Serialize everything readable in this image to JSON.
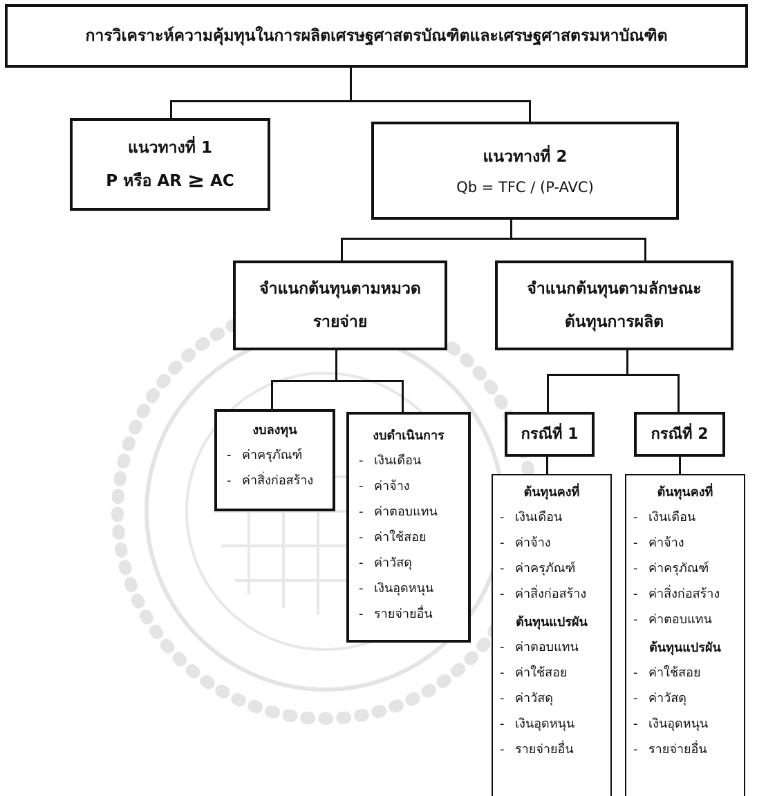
{
  "title": "การวิเคราะห์ความคุ้มทุนในการผลิตเศรษฐศาสตรบัณฑิตและเศรษฐศาสตรมหาบัณฑิต",
  "approach1": {
    "heading": "แนวทางที่ 1",
    "formula_left": "P หรือ AR",
    "formula_op": "≥",
    "formula_right": "AC"
  },
  "approach2": {
    "heading": "แนวทางที่ 2",
    "formula": "Qb = TFC / (P-AVC)"
  },
  "by_expense": {
    "line1": "จำแนกต้นทุนตามหมวด",
    "line2": "รายจ่าย"
  },
  "by_production": {
    "line1": "จำแนกต้นทุนตามลักษณะ",
    "line2": "ต้นทุนการผลิต"
  },
  "capital_budget": {
    "title": "งบลงทุน",
    "items": [
      "ค่าครุภัณฑ์",
      "ค่าสิ่งก่อสร้าง"
    ]
  },
  "operating_budget": {
    "title": "งบดำเนินการ",
    "items": [
      "เงินเดือน",
      "ค่าจ้าง",
      "ค่าตอบแทน",
      "ค่าใช้สอย",
      "ค่าวัสดุ",
      "เงินอุดหนุน",
      "รายจ่ายอื่น"
    ]
  },
  "case1": {
    "label": "กรณีที่ 1",
    "fixed_title": "ต้นทุนคงที่",
    "fixed_items": [
      "เงินเดือน",
      "ค่าจ้าง",
      "ค่าครุภัณฑ์",
      "ค่าสิ่งก่อสร้าง"
    ],
    "variable_title": "ต้นทุนแปรผัน",
    "variable_items": [
      "ค่าตอบแทน",
      "ค่าใช้สอย",
      "ค่าวัสดุ",
      "เงินอุดหนุน",
      "รายจ่ายอื่น"
    ]
  },
  "case2": {
    "label": "กรณีที่ 2",
    "fixed_title": "ต้นทุนคงที่",
    "fixed_items": [
      "เงินเดือน",
      "ค่าจ้าง",
      "ค่าครุภัณฑ์",
      "ค่าสิ่งก่อสร้าง",
      "ค่าตอบแทน"
    ],
    "variable_title": "ต้นทุนแปรผัน",
    "variable_items": [
      "ค่าใช้สอย",
      "ค่าวัสดุ",
      "เงินอุดหนุน",
      "รายจ่ายอื่น"
    ]
  },
  "colors": {
    "line": "#111111",
    "watermark": "#b0b0b0"
  }
}
